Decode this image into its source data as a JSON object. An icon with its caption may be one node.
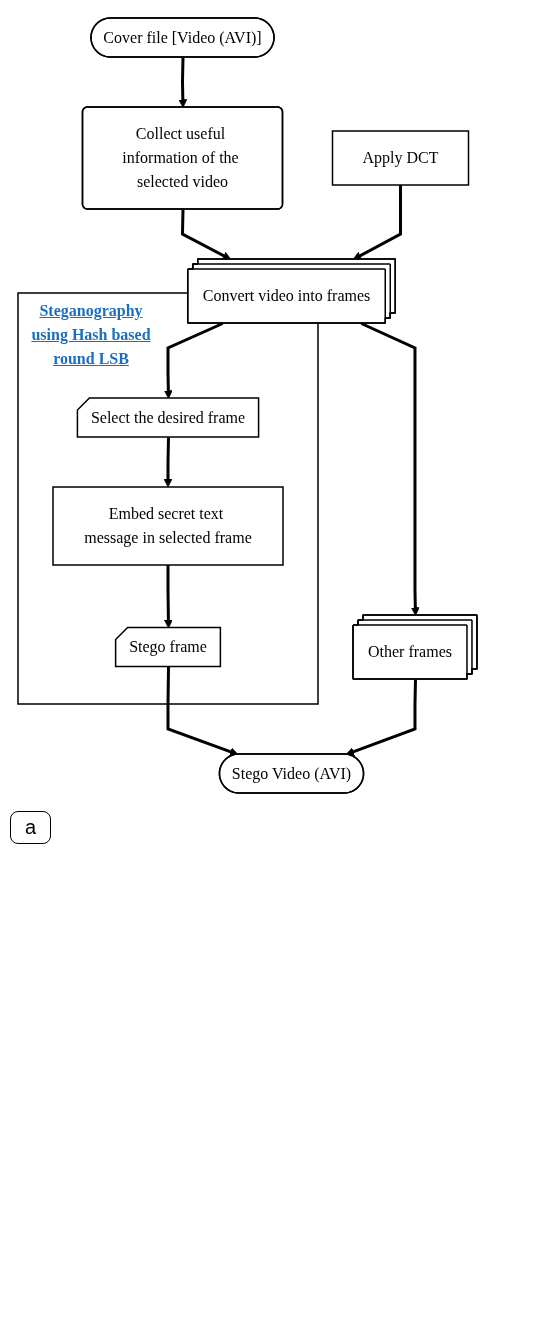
{
  "diagram": {
    "nodes": [
      {
        "text": [
          "Cover file [Video (AVI)]"
        ]
      },
      {
        "text": [
          "Collect useful information of the selected video"
        ]
      },
      {
        "text": [
          "Convert video into frames"
        ]
      },
      {
        "text": [
          "Apply DCT"
        ]
      },
      {
        "text": [
          "Steganography using Hash based round LSB"
        ]
      },
      {
        "text": [
          "Select the desired frame"
        ],
        "in": 4
      },
      {
        "text": [
          "Embed secret text message in selected frame"
        ],
        "in": 4
      },
      {
        "text": [
          "Stego frame"
        ],
        "in": 4
      },
      {
        "text": [
          "Other frames"
        ]
      },
      {
        "text": [
          "Stego Video (AVI)"
        ]
      }
    ],
    "edges": [
      {
        "from": 0,
        "to": 1,
        "arrow": "to"
      },
      {
        "from": 1,
        "to": 2,
        "arrow": "to"
      },
      {
        "from": 3,
        "to": 2,
        "arrow": "to"
      },
      {
        "from": 2,
        "to": 5,
        "arrow": "to"
      },
      {
        "from": 2,
        "to": 8,
        "arrow": "to"
      },
      {
        "from": 5,
        "to": 6,
        "arrow": "to"
      },
      {
        "from": 6,
        "to": 7,
        "arrow": "to"
      },
      {
        "from": 7,
        "to": 9,
        "arrow": "to"
      },
      {
        "from": 8,
        "to": 9,
        "arrow": "to"
      }
    ],
    "labels": [
      "a"
    ]
  }
}
